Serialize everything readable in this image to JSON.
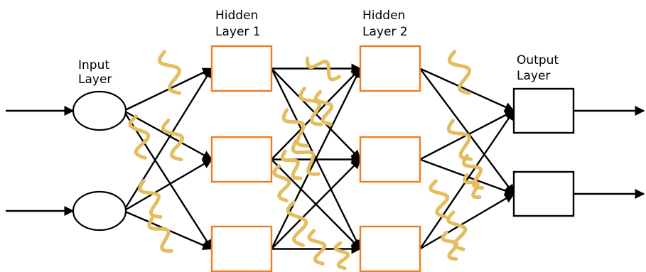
{
  "labels": {
    "input_l1": "Input",
    "input_l2": "Layer",
    "hidden1_l1": "Hidden",
    "hidden1_l2": "Layer 1",
    "hidden2_l1": "Hidden",
    "hidden2_l2": "Layer 2",
    "output_l1": "Output",
    "output_l2": "Layer"
  },
  "colors": {
    "hidden_node_stroke": "#f07d1e",
    "output_node_stroke": "#000000",
    "input_node_stroke": "#000000",
    "connection": "#000000",
    "squiggle": "#e3bd5e"
  },
  "network": {
    "input_nodes": 2,
    "hidden_layer_1_nodes": 3,
    "hidden_layer_2_nodes": 3,
    "output_nodes": 2,
    "squiggle_count": 22
  }
}
